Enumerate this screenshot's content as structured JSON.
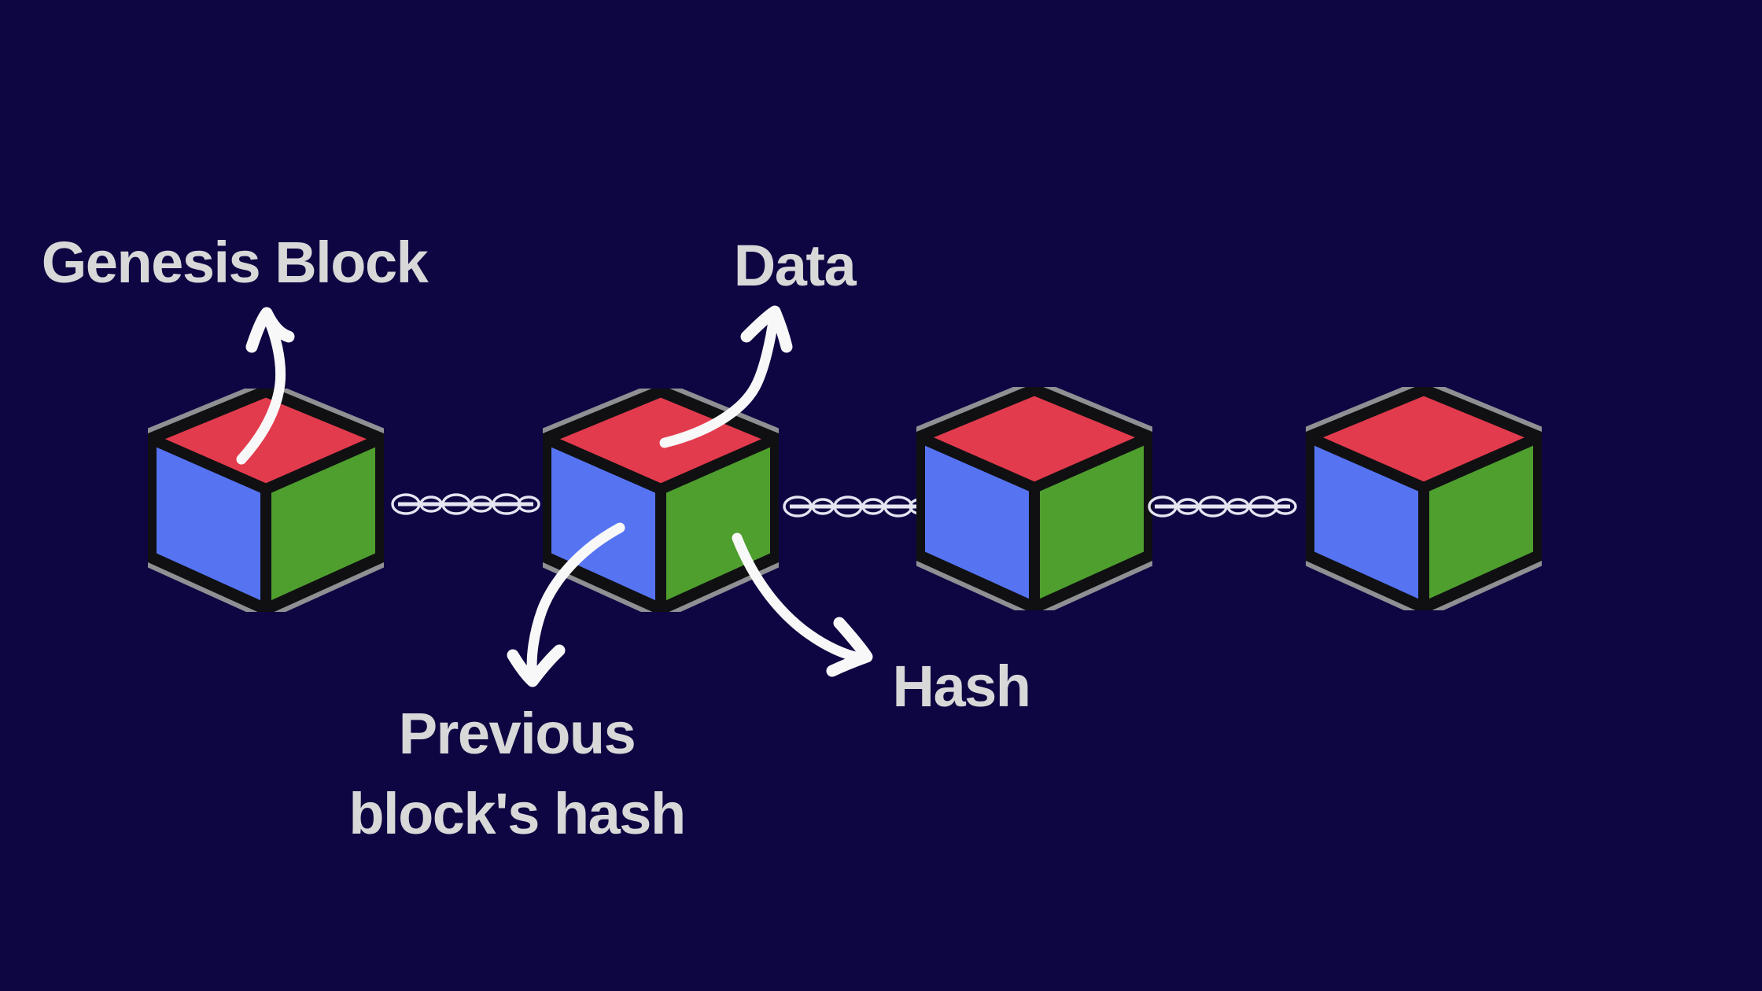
{
  "diagram": {
    "type": "blockchain-illustration",
    "labels": {
      "genesis": "Genesis Block",
      "data": "Data",
      "previous_line1": "Previous",
      "previous_line2": "block's hash",
      "hash": "Hash"
    },
    "blocks": [
      {
        "id": "genesis-block",
        "annotation": "Genesis Block"
      },
      {
        "id": "block-2",
        "annotations": [
          "Data",
          "Previous block's hash",
          "Hash"
        ]
      },
      {
        "id": "block-3"
      },
      {
        "id": "block-4"
      }
    ],
    "chain_segments": 3,
    "links_per_chain": 6
  },
  "colors": {
    "background": "#0d0642",
    "cube_top": "#e23b4d",
    "cube_left": "#5674f2",
    "cube_right": "#4f9f2f",
    "cube_edge": "#101012",
    "cube_outline": "#8f9094",
    "chain": "#e4e5f1",
    "arrow": "#f8f8f8",
    "label_text": "#d8d8d8"
  }
}
